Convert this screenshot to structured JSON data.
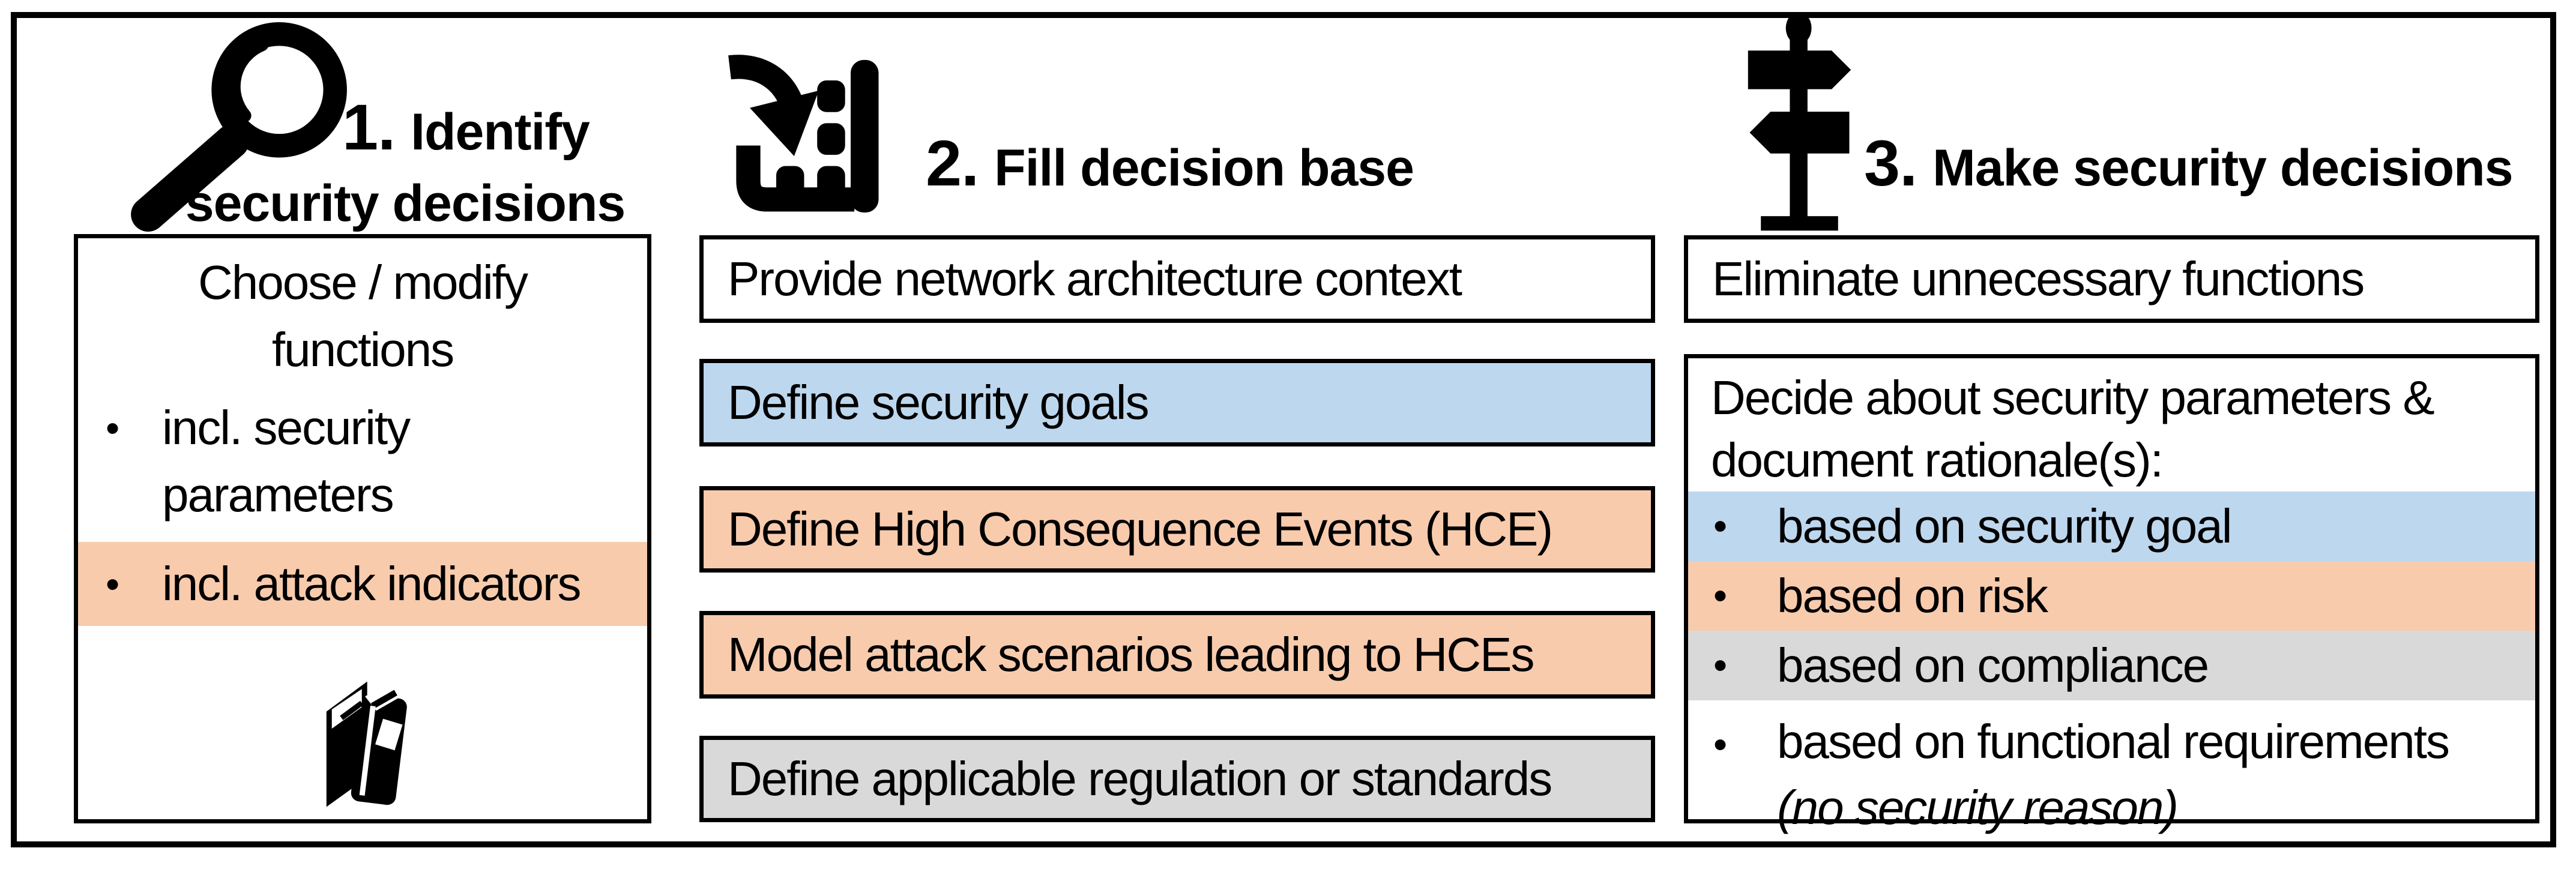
{
  "palette": {
    "highlight_blue": "#BDD7EE",
    "highlight_orange": "#F8CBAD",
    "highlight_gray": "#D9D9D9",
    "ink": "#000000"
  },
  "steps": {
    "step1": {
      "number": "1.",
      "title_line1": "Identify",
      "title_line2": "security decisions",
      "box": {
        "heading": "Choose / modify functions",
        "bullet_glyph": "•",
        "bullets": [
          {
            "text": "incl. security parameters",
            "highlight": "none"
          },
          {
            "text": "incl. attack indicators",
            "highlight": "orange"
          }
        ]
      }
    },
    "step2": {
      "number": "2.",
      "title": "Fill decision base",
      "boxes": [
        {
          "text": "Provide network architecture context",
          "highlight": "white"
        },
        {
          "text": "Define security goals",
          "highlight": "blue"
        },
        {
          "text": "Define High Consequence Events (HCE)",
          "highlight": "orange"
        },
        {
          "text": "Model attack scenarios leading to HCEs",
          "highlight": "orange"
        },
        {
          "text": "Define applicable regulation or standards",
          "highlight": "gray"
        }
      ]
    },
    "step3": {
      "number": "3.",
      "title": "Make security decisions",
      "top_box": {
        "text": "Eliminate unnecessary functions",
        "highlight": "white"
      },
      "decision_box": {
        "heading": "Decide about security parameters & document rationale(s):",
        "bullet_glyph": "•",
        "bullets": [
          {
            "text": "based on security goal",
            "highlight": "blue"
          },
          {
            "text": "based on risk",
            "highlight": "orange"
          },
          {
            "text": "based on compliance",
            "highlight": "gray"
          },
          {
            "text": "based on functional requirements",
            "note": "(no security reason)",
            "highlight": "none"
          }
        ]
      }
    }
  }
}
